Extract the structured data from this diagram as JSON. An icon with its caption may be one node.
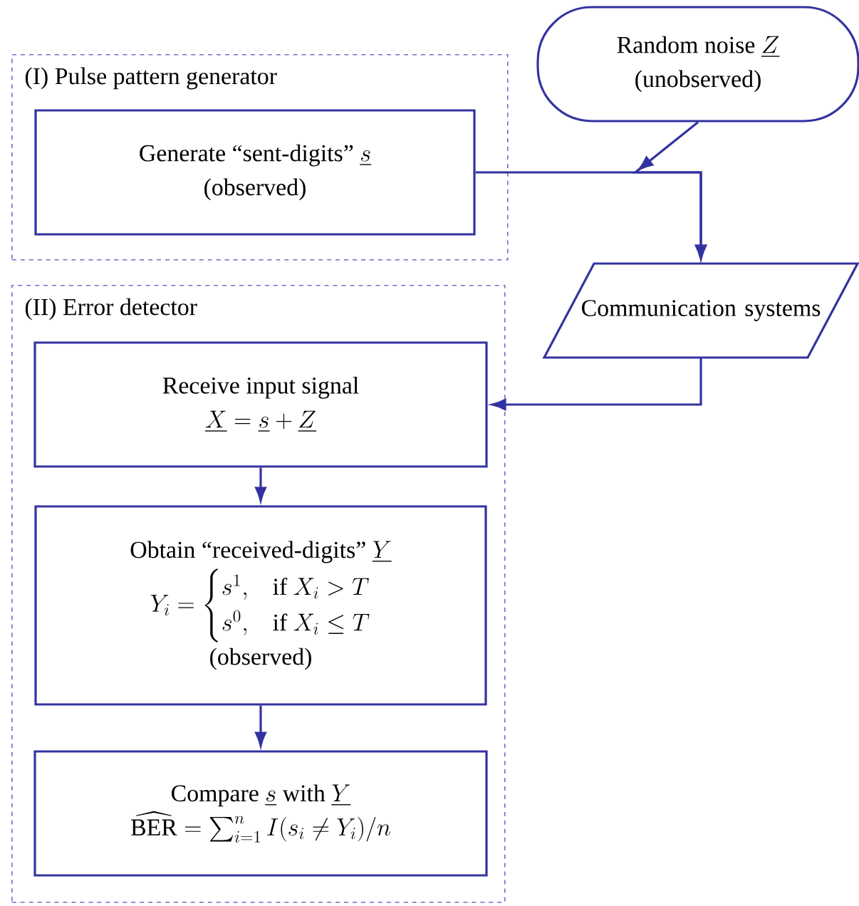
{
  "diagram": {
    "nodes": [
      {
        "text": [
          "(I) Pulse pattern generator"
        ]
      },
      {
        "text": [
          "\\text{Generate “sent-digits” }\\underline{s}",
          "(observed)"
        ],
        "in": 0
      },
      {
        "text": [
          "\\text{Random noise }\\underline{Z}",
          "(unobserved)"
        ]
      },
      {
        "text": [
          "Communication systems"
        ]
      },
      {
        "text": [
          "(II) Error detector"
        ]
      },
      {
        "text": [
          "Receive input signal",
          "\\underline{X}=\\underline{s}+\\underline{Z}"
        ],
        "in": 4
      },
      {
        "text": [
          "\\text{Obtain “received-digits” }\\underline{Y}",
          "Y_i=\\begin{cases} s^1, & \\text{if } X_i>T\\\\ s^0, & \\text{if } X_i\\le T\\end{cases}",
          "(observed)"
        ],
        "in": 4
      },
      {
        "text": [
          "\\text{Compare }\\underline{s}\\text{ with }\\underline{Y}",
          "\\widehat{\\mathrm{BER}}=\\sum_{i=1}^n I(s_i\\neq Y_i)/n"
        ],
        "in": 4
      }
    ],
    "edges": [
      {
        "from": 1,
        "to": 3,
        "arrow": "to"
      },
      {
        "from": 2,
        "to": 3,
        "arrow": "to"
      },
      {
        "from": 3,
        "to": 5,
        "arrow": "to"
      },
      {
        "from": 5,
        "to": 6,
        "arrow": "to"
      },
      {
        "from": 6,
        "to": 7,
        "arrow": "to"
      }
    ]
  }
}
